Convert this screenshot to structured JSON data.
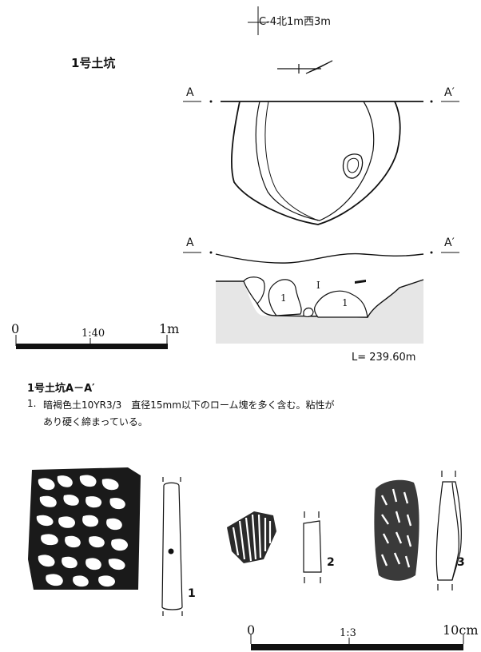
{
  "title": "1号土坑",
  "grid_ref": "C-4北1m西3m",
  "plan": {
    "label_a": "A",
    "label_a_prime": "A′"
  },
  "section": {
    "label_a": "A",
    "label_a_prime": "A′",
    "layer_top": "I",
    "layer_left": "1",
    "layer_right": "1",
    "level": "L= 239.60m"
  },
  "scale_plan": {
    "start": "0",
    "ratio": "1:40",
    "end": "1m"
  },
  "description": {
    "heading": "1号土坑A－A′",
    "item_number": "1.",
    "line1": "暗褐色土10YR3/3　直径15mm以下のローム塊を多く含む。粘性が",
    "line2": "あり硬く締まっている。"
  },
  "artifacts": {
    "label_1": "1",
    "label_2": "2",
    "label_3": "3"
  },
  "scale_artifacts": {
    "start": "0",
    "ratio": "1:3",
    "end": "10cm"
  },
  "colors": {
    "ink": "#111111",
    "fill_gray": "#e6e6e6",
    "paper": "#ffffff"
  }
}
